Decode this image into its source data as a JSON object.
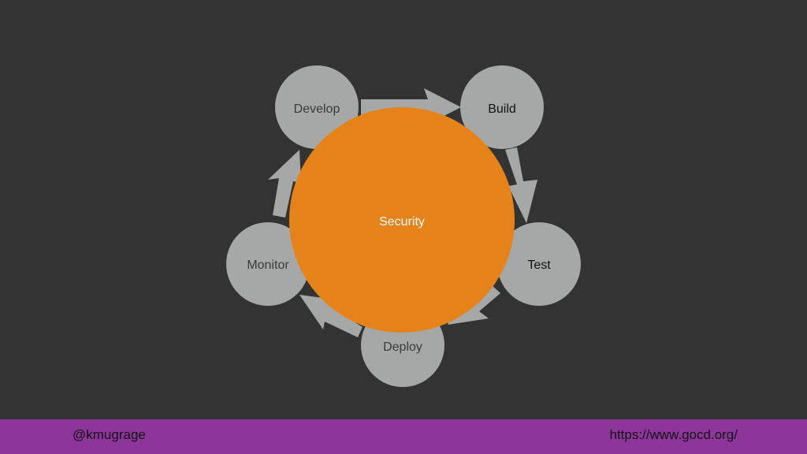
{
  "diagram": {
    "center": {
      "label": "Security",
      "color": "#e5821a",
      "text_color": "#ffffff"
    },
    "stages": [
      {
        "key": "develop",
        "label": "Develop",
        "text_color": "#3a3a3a"
      },
      {
        "key": "build",
        "label": "Build",
        "text_color": "#111111"
      },
      {
        "key": "test",
        "label": "Test",
        "text_color": "#111111"
      },
      {
        "key": "deploy",
        "label": "Deploy",
        "text_color": "#3a3a3a"
      },
      {
        "key": "monitor",
        "label": "Monitor",
        "text_color": "#3a3a3a"
      }
    ],
    "stage_color": "#a6a8a8",
    "arrow_color": "#a6a8a8"
  },
  "footer": {
    "handle": "@kmugrage",
    "url": "https://www.gocd.org/",
    "color": "#8e359b"
  }
}
